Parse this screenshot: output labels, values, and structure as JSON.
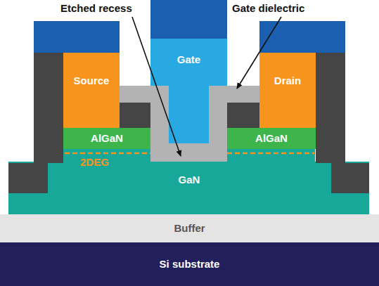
{
  "diagram": {
    "nodes": [
      {
        "text": [
          "Gate"
        ]
      },
      {
        "text": [
          "Source"
        ]
      },
      {
        "text": [
          "Drain"
        ]
      },
      {
        "text": [
          "AlGaN"
        ]
      },
      {
        "text": [
          "AlGaN"
        ]
      },
      {
        "text": [
          "GaN"
        ]
      },
      {
        "text": [
          "Buffer"
        ]
      },
      {
        "text": [
          "Si substrate"
        ]
      }
    ],
    "labels": [
      "Etched recess",
      "Gate dielectric",
      "2DEG"
    ]
  }
}
